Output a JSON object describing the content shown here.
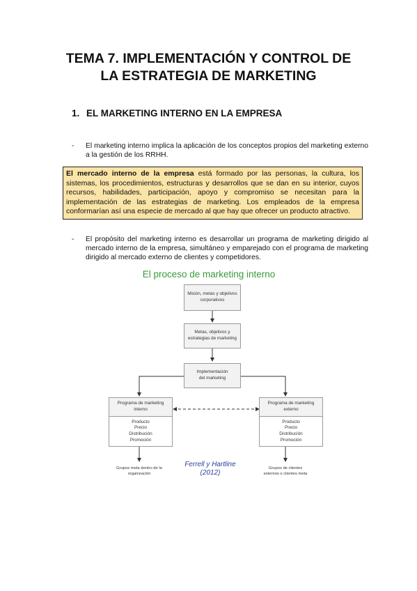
{
  "title": {
    "line1": "TEMA 7. IMPLEMENTACIÓN Y CONTROL DE",
    "line2": "LA ESTRATEGIA DE MARKETING"
  },
  "section": {
    "number": "1.",
    "heading": "EL MARKETING INTERNO EN LA EMPRESA"
  },
  "bullets": [
    {
      "dash": "-",
      "text": "El marketing interno implica la aplicación de los conceptos propios del marketing externo a la gestión de los RRHH."
    },
    {
      "dash": "-",
      "text": "El propósito del marketing interno es desarrollar un programa de marketing dirigido al mercado interno de la empresa, simultáneo y emparejado con el programa de marketing dirigido al mercado externo de clientes y competidores."
    }
  ],
  "highlight": {
    "bold_lead": "El mercado interno de la empresa",
    "text": " está formado por las personas, la cultura, los sistemas, los procedimientos, estructuras y desarrollos que se dan en su interior, cuyos recursos, habilidades, participación, apoyo y compromiso se necesitan para la implementación de las estrategias de marketing. Los empleados de la empresa conformarían así una especie de mercado al que hay que ofrecer un producto atractivo.",
    "background": "#fbe4a7"
  },
  "diagram": {
    "title": "El proceso de marketing interno",
    "title_color": "#3a9a3a",
    "box1": {
      "l1": "Misión, metas y objetivos",
      "l2": "corporativos"
    },
    "box2": {
      "l1": "Metas, objetivos y",
      "l2": "estrategias de marketing"
    },
    "box3": {
      "l1": "Implementación",
      "l2": "del marketing"
    },
    "left": {
      "head1": "Programa de marketing",
      "head2": "interno",
      "items": [
        "Producto",
        "Precio",
        "Distribución",
        "Promoción"
      ],
      "caption1": "Grupos meta dentro de la",
      "caption2": "organización"
    },
    "right": {
      "head1": "Programa de marketing",
      "head2": "externo",
      "items": [
        "Producto",
        "Precio",
        "Distribución",
        "Promoción"
      ],
      "caption1": "Grupos de clientes",
      "caption2": "externos o clientes meta"
    },
    "credit1": "Ferrell y Hartline",
    "credit2": "(2012)",
    "credit_color": "#2b3f9e"
  }
}
